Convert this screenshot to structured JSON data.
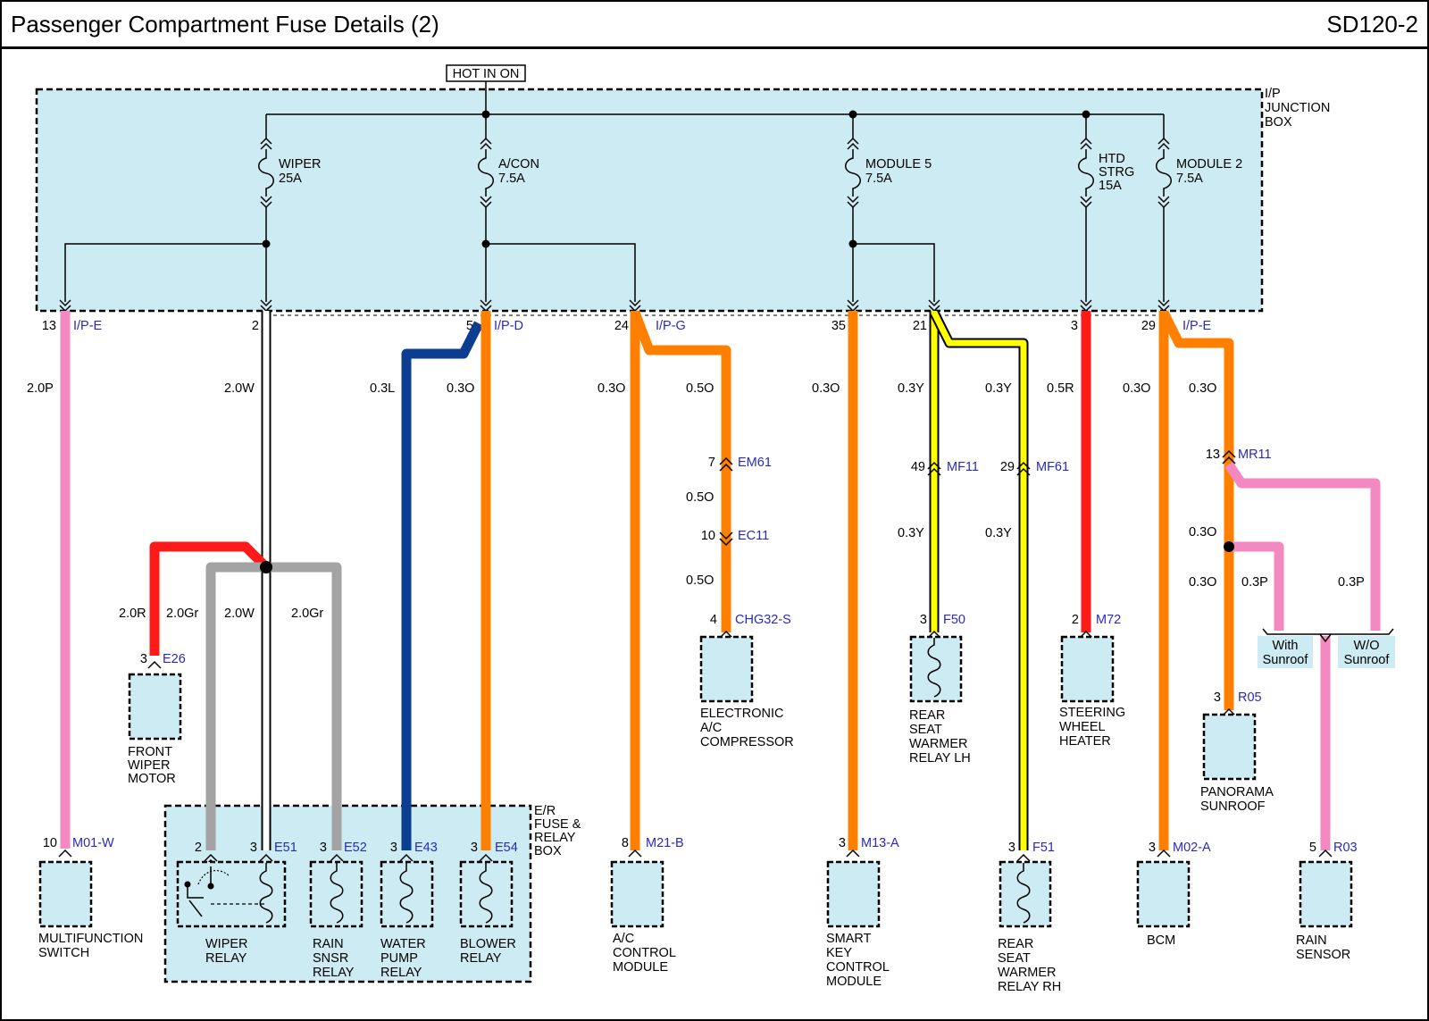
{
  "header": {
    "title": "Passenger Compartment Fuse Details (2)",
    "code": "SD120-2"
  },
  "supply": {
    "label": "HOT IN ON"
  },
  "junction_box": {
    "lines": [
      "I/P",
      "JUNCTION",
      "BOX"
    ]
  },
  "er_box": {
    "lines": [
      "E/R",
      "FUSE &",
      "RELAY",
      "BOX"
    ]
  },
  "fuses": [
    {
      "name": "WIPER",
      "rating": "25A"
    },
    {
      "name": "A/CON",
      "rating": "7.5A"
    },
    {
      "name": "MODULE 5",
      "rating": "7.5A"
    },
    {
      "name": "HTD",
      "name2": "STRG",
      "rating": "15A"
    },
    {
      "name": "MODULE 2",
      "rating": "7.5A"
    }
  ],
  "terminals": {
    "t13": {
      "pin": "13",
      "conn": "I/P-E"
    },
    "t2": {
      "pin": "2"
    },
    "t5": {
      "pin": "5",
      "conn": "I/P-D"
    },
    "t24": {
      "pin": "24",
      "conn": "I/P-G"
    },
    "t35": {
      "pin": "35"
    },
    "t21": {
      "pin": "21"
    },
    "t3": {
      "pin": "3"
    },
    "t29": {
      "pin": "29",
      "conn": "I/P-E"
    }
  },
  "wires": {
    "w1": "2.0P",
    "w2": "2.0W",
    "w3": "0.3L",
    "w4": "0.3O",
    "w5": "0.3O",
    "w6": "0.5O",
    "w7": "0.5O",
    "w8": "0.5O",
    "w9": "0.3O",
    "w10": "0.3Y",
    "w11": "0.3Y",
    "w12": "0.3Y",
    "w13": "0.3Y",
    "w14": "0.5R",
    "w15": "0.3O",
    "w16": "0.3O",
    "w17": "0.3O",
    "w18": "0.3O",
    "w19": "0.3P",
    "w20": "0.3P",
    "w21": "2.0R",
    "w22": "2.0Gr",
    "w23": "2.0W",
    "w24": "2.0Gr"
  },
  "inline_connectors": {
    "em61": {
      "pin": "7",
      "conn": "EM61"
    },
    "ec11": {
      "pin": "10",
      "conn": "EC11"
    },
    "mf11": {
      "pin": "49",
      "conn": "MF11"
    },
    "mf61": {
      "pin": "29",
      "conn": "MF61"
    },
    "mr11": {
      "pin": "13",
      "conn": "MR11"
    }
  },
  "options": {
    "with": [
      "With",
      "Sunroof"
    ],
    "without": [
      "W/O",
      "Sunroof"
    ]
  },
  "components": {
    "e26": {
      "pin": "3",
      "conn": "E26",
      "label": [
        "FRONT",
        "WIPER",
        "MOTOR"
      ]
    },
    "chg32": {
      "pin": "4",
      "conn": "CHG32-S",
      "label": [
        "ELECTRONIC",
        "A/C",
        "COMPRESSOR"
      ]
    },
    "f50": {
      "pin": "3",
      "conn": "F50",
      "label": [
        "REAR",
        "SEAT",
        "WARMER",
        "RELAY LH"
      ]
    },
    "m72": {
      "pin": "2",
      "conn": "M72",
      "label": [
        "STEERING",
        "WHEEL",
        "HEATER"
      ]
    },
    "r05": {
      "pin": "3",
      "conn": "R05",
      "label": [
        "PANORAMA",
        "SUNROOF"
      ]
    },
    "m01": {
      "pin": "10",
      "conn": "M01-W",
      "label": [
        "MULTIFUNCTION",
        "SWITCH"
      ]
    },
    "e51": {
      "pin_a": "2",
      "pin": "3",
      "conn": "E51",
      "label": [
        "WIPER",
        "RELAY"
      ]
    },
    "e52": {
      "pin": "3",
      "conn": "E52",
      "label": [
        "RAIN",
        "SNSR",
        "RELAY"
      ]
    },
    "e43": {
      "pin": "3",
      "conn": "E43",
      "label": [
        "WATER",
        "PUMP",
        "RELAY"
      ]
    },
    "e54": {
      "pin": "3",
      "conn": "E54",
      "label": [
        "BLOWER",
        "RELAY"
      ]
    },
    "m21": {
      "pin": "8",
      "conn": "M21-B",
      "label": [
        "A/C",
        "CONTROL",
        "MODULE"
      ]
    },
    "m13": {
      "pin": "3",
      "conn": "M13-A",
      "label": [
        "SMART",
        "KEY",
        "CONTROL",
        "MODULE"
      ]
    },
    "f51": {
      "pin": "3",
      "conn": "F51",
      "label": [
        "REAR",
        "SEAT",
        "WARMER",
        "RELAY RH"
      ]
    },
    "m02": {
      "pin": "3",
      "conn": "M02-A",
      "label": [
        "BCM"
      ]
    },
    "r03": {
      "pin": "5",
      "conn": "R03",
      "label": [
        "RAIN",
        "SENSOR"
      ]
    }
  },
  "colors": {
    "pink": "#f389c0",
    "white": "#ffffff",
    "blue": "#0b3d91",
    "orange": "#ff8000",
    "yellow": "#ffff00",
    "red": "#ff1a1a",
    "gray": "#a3a3a3",
    "box_fill": "#cdebf2",
    "label_blue": "#2a2ab8"
  }
}
